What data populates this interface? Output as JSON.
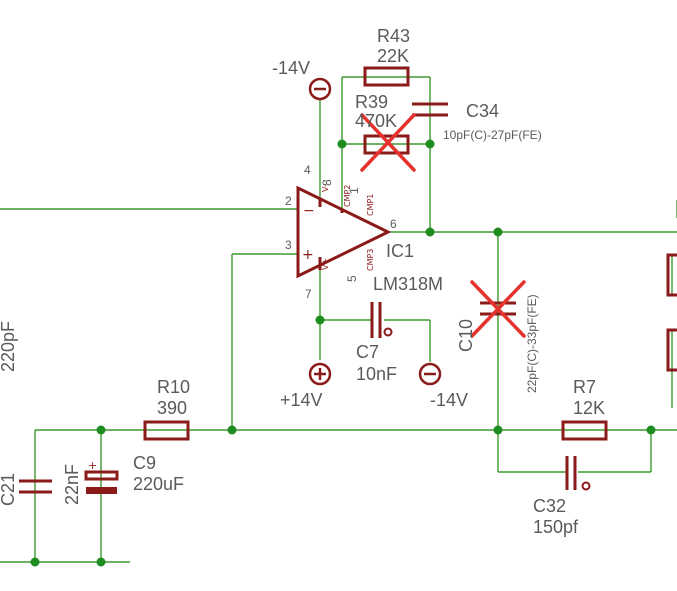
{
  "labels": {
    "r43_name": "R43",
    "r43_value": "22K",
    "r39_name": "R39",
    "r39_value": "470K",
    "c34_name": "C34",
    "c34_value": "10pF(C)-27pF(FE)",
    "neg14_top": "-14V",
    "pin4": "4",
    "pin8": "8",
    "pin1": "1",
    "pin2": "2",
    "pin3": "3",
    "pin6": "6",
    "pin5": "5",
    "pin7": "7",
    "ic1_name": "IC1",
    "ic1_value": "LM318M",
    "cmp2": "CMP2",
    "cmp1": "CMP1",
    "cmp3": "CMP3",
    "vminus": "V-",
    "vplus": "V+",
    "minus_sign": "−",
    "plus_sign": "+",
    "c10_name": "C10",
    "c10_value": "22pF(C)-33pF(FE)",
    "c7_name": "C7",
    "c7_value": "10nF",
    "pos14": "+14V",
    "neg14_bottom": "-14V",
    "r10_name": "R10",
    "r10_value": "390",
    "c9_name": "C9",
    "c9_value": "220uF",
    "c21_name": "C21",
    "c21_value": "22nF",
    "r7_name": "R7",
    "r7_value": "12K",
    "c32_name": "C32",
    "c32_value": "150pf",
    "left_edge_value": "220pF"
  },
  "colors": {
    "wire": "#3f9a2e",
    "component": "#8b1a1a",
    "junction": "#1e8c1e",
    "removed_mark": "#e5322d",
    "text": "#5a5a5a"
  },
  "removed_components": [
    "R39",
    "C10"
  ]
}
